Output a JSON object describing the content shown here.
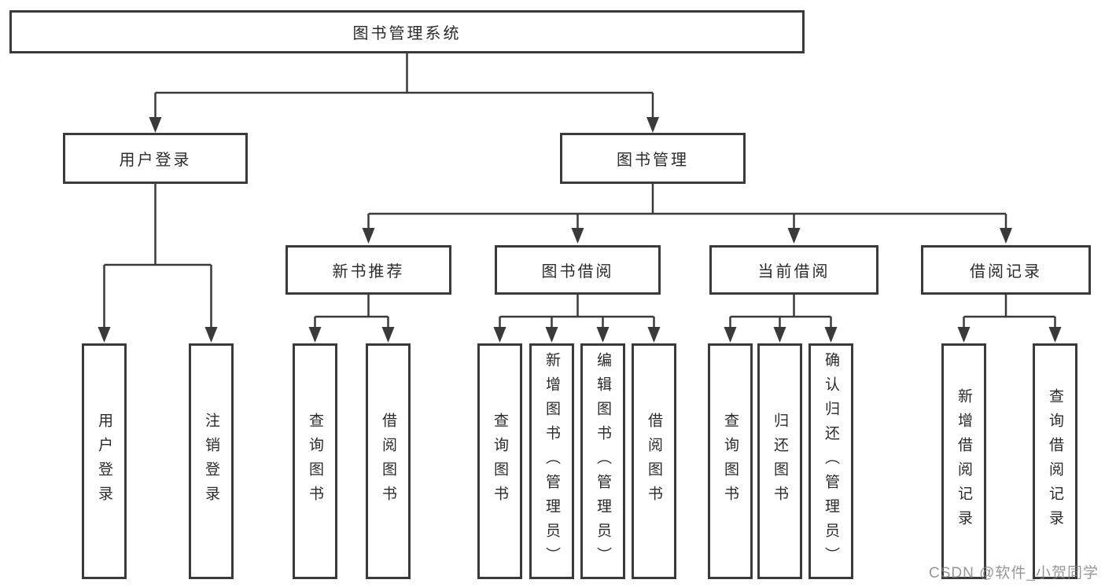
{
  "diagram": {
    "title": "图书管理系统",
    "modules": [
      {
        "label": "用户登录",
        "features": [
          "用户登录",
          "注销登录"
        ]
      },
      {
        "label": "图书管理",
        "submodules": [
          {
            "label": "新书推荐",
            "features": [
              "查询图书",
              "借阅图书"
            ]
          },
          {
            "label": "图书借阅",
            "features": [
              "查询图书",
              "新增图书（管理员）",
              "编辑图书（管理员）",
              "借阅图书"
            ]
          },
          {
            "label": "当前借阅",
            "features": [
              "查询图书",
              "归还图书",
              "确认归还（管理员）"
            ]
          },
          {
            "label": "借阅记录",
            "features": [
              "新增借阅记录",
              "查询借阅记录"
            ]
          }
        ]
      }
    ]
  },
  "watermark": {
    "text": "CSDN @软件_小贺同学"
  },
  "colors": {
    "line": "#3a3a3a",
    "text": "#2b2b2b",
    "background": "#ffffff",
    "watermark": "#8a8a8a"
  }
}
